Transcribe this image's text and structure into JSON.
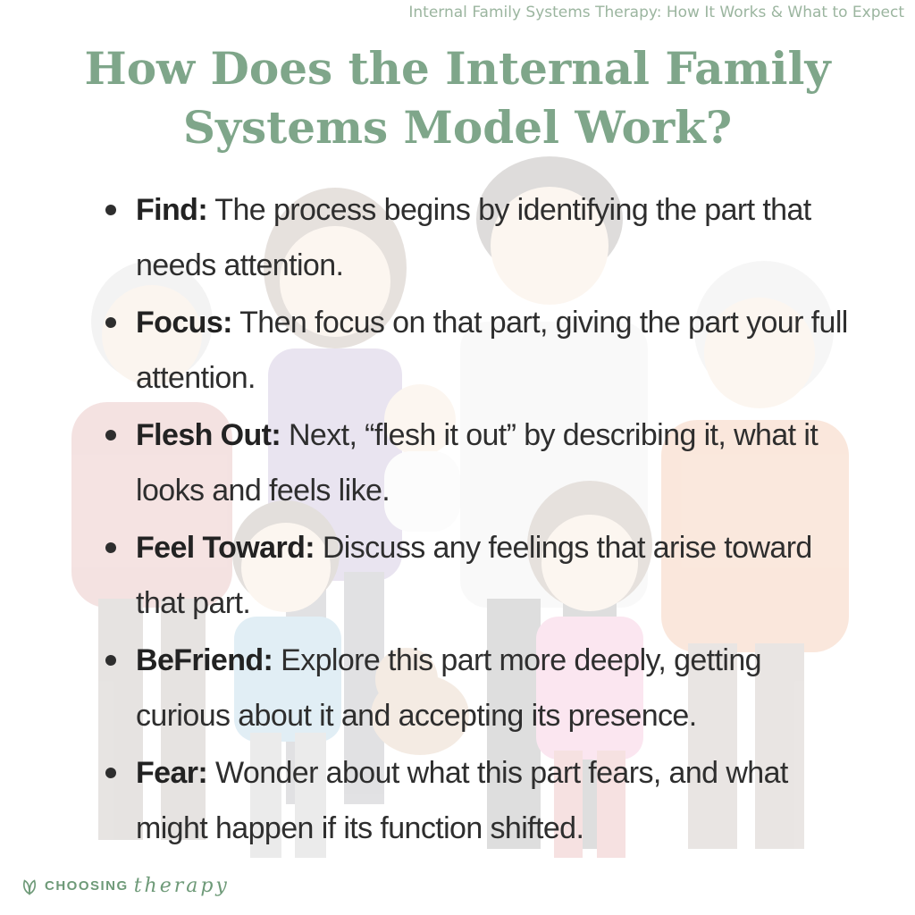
{
  "header": {
    "caption": "Internal Family Systems Therapy: How It Works & What to Expect"
  },
  "headline": "How Does the Internal Family Systems Model Work?",
  "steps": [
    {
      "term": "Find:",
      "text": " The process begins by identifying the part that needs attention."
    },
    {
      "term": "Focus:",
      "text": " Then focus on that part, giving the part your full attention."
    },
    {
      "term": "Flesh Out:",
      "text": " Next, “flesh it out” by describing it, what it looks and feels like."
    },
    {
      "term": "Feel Toward:",
      "text": " Discuss any feelings that arise toward that part."
    },
    {
      "term": "BeFriend:",
      "text": " Explore this part more deeply, getting curious about it and accepting its presence."
    },
    {
      "term": "Fear:",
      "text": " Wonder about what this part fears, and what might happen if its function shifted."
    }
  ],
  "footer": {
    "logo_word_1": "CHOOSING",
    "logo_word_2": "therapy",
    "logo_icon": "leaf-icon"
  },
  "colors": {
    "headline": "#7fa68a",
    "caption": "#9bb59f",
    "body_text": "#2e2e2e",
    "logo": "#6e9a78"
  }
}
